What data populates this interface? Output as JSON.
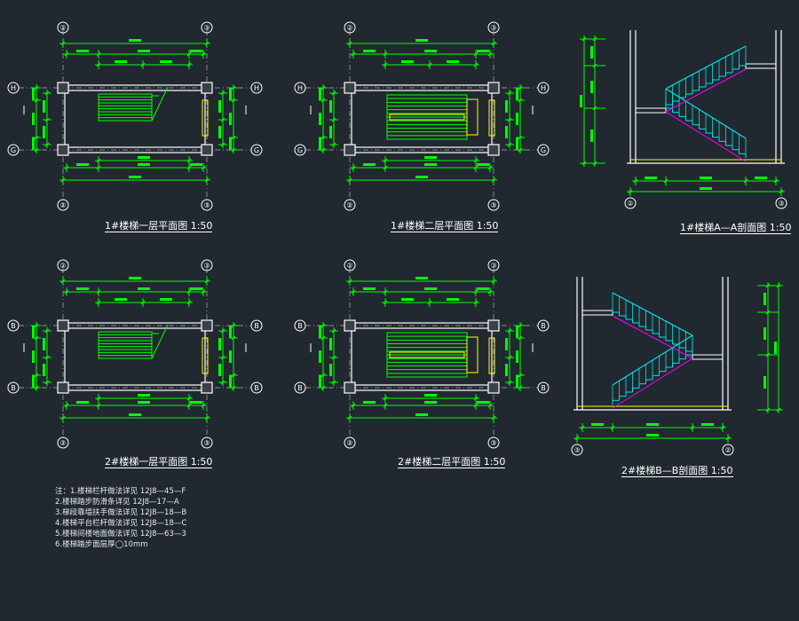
{
  "colors": {
    "background": "#212830",
    "wall": "#ffffff",
    "dimension": "#00ff00",
    "stair_tread": "#00ff00",
    "railing": "#00e5e5",
    "handrail_post": "#ff00ff",
    "axis_line": "#b0b0b0",
    "landing": "#ffff00"
  },
  "drawings": {
    "plan_1_first": {
      "title": "1#楼梯一层平面图 1:50",
      "axis_top": [
        "②",
        "③"
      ],
      "axis_side": [
        "H",
        "G"
      ]
    },
    "plan_1_second": {
      "title": "1#楼梯二层平面图 1:50",
      "axis_top": [
        "②",
        "③"
      ],
      "axis_side": [
        "H",
        "G"
      ]
    },
    "section_1": {
      "title": "1#楼梯A—A剖面图 1:50",
      "axis_bottom": [
        "②",
        "③"
      ]
    },
    "plan_2_first": {
      "title": "2#楼梯一层平面图 1:50",
      "axis_top": [
        "②",
        "③"
      ],
      "axis_side": [
        "B",
        "B"
      ]
    },
    "plan_2_second": {
      "title": "2#楼梯二层平面图 1:50",
      "axis_top": [
        "②",
        "③"
      ],
      "axis_side": [
        "B",
        "B"
      ]
    },
    "section_2": {
      "title": "2#楼梯B—B剖面图 1:50",
      "axis_bottom": [
        "②",
        "③"
      ]
    }
  },
  "notes": [
    "注：1.楼梯栏杆做法详见 12J8—45—F",
    "2.楼梯踏步防滑条详见 12J8—17—A",
    "3.梯段靠墙扶手做法详见 12J8—18—B",
    "4.楼梯平台栏杆做法详见 12J8—18—C",
    "5.楼梯间楼地面做法详见 12J8—63—3",
    "6.楼梯踏步面层厚◯10mm"
  ]
}
